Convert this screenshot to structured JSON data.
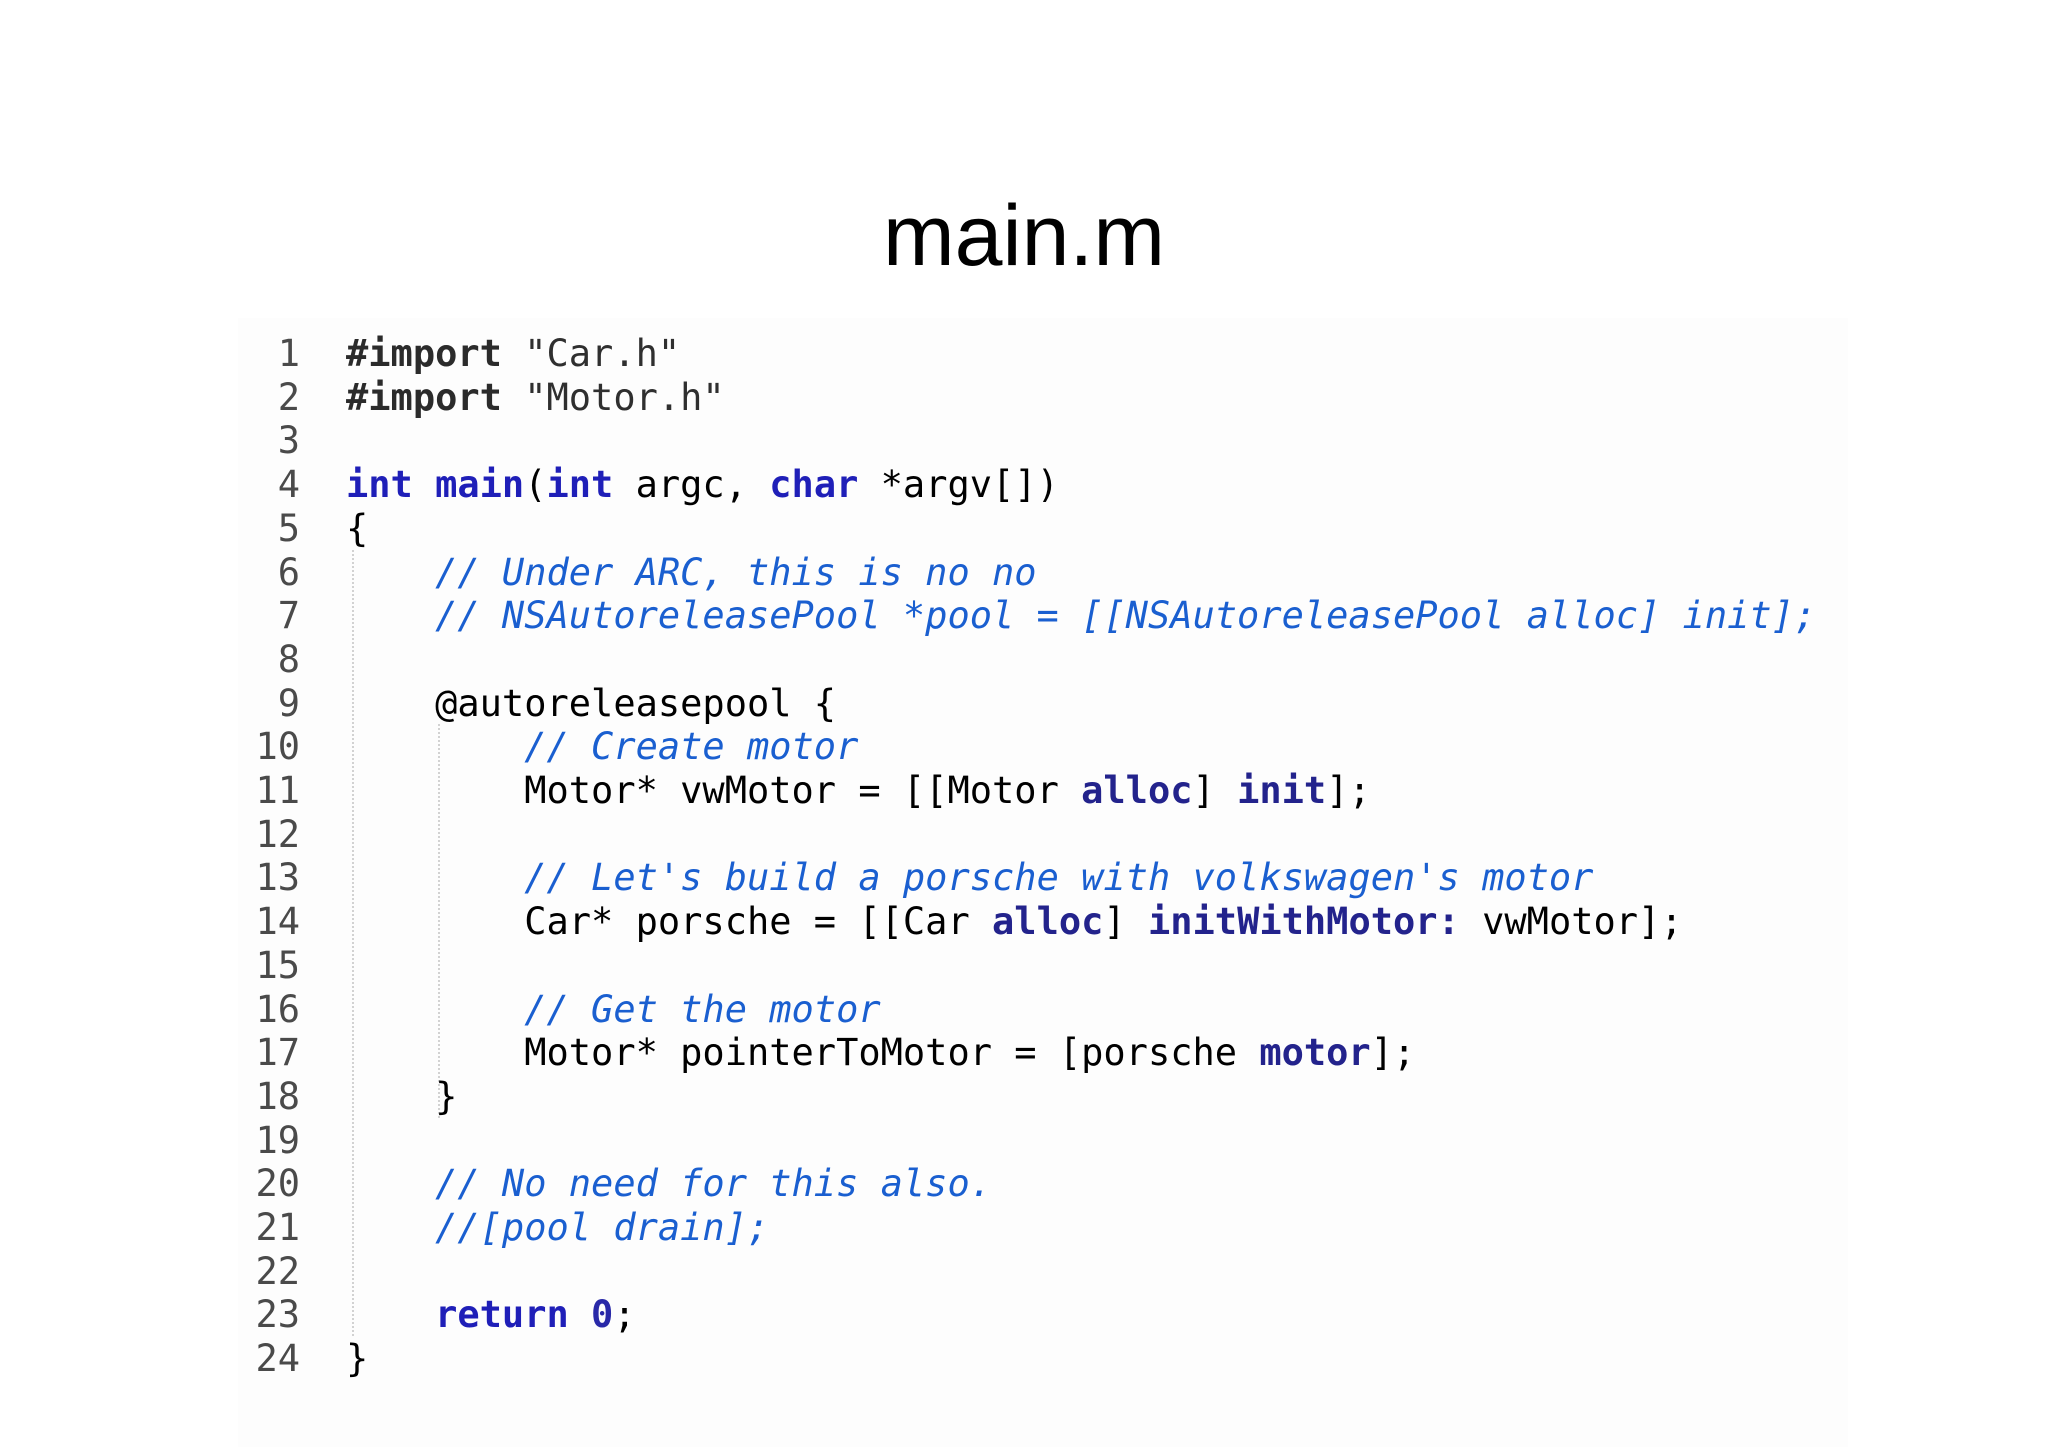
{
  "slide": {
    "title": "main.m"
  },
  "editor": {
    "lines": [
      {
        "num": "1",
        "indent": "",
        "tokens": [
          {
            "t": "#import",
            "c": "pp"
          },
          {
            "t": " \"Car.h\"",
            "c": "str"
          }
        ]
      },
      {
        "num": "2",
        "indent": "",
        "tokens": [
          {
            "t": "#import",
            "c": "pp"
          },
          {
            "t": " \"Motor.h\"",
            "c": "str"
          }
        ]
      },
      {
        "num": "3",
        "indent": "",
        "tokens": []
      },
      {
        "num": "4",
        "indent": "",
        "tokens": [
          {
            "t": "int",
            "c": "kw2"
          },
          {
            "t": " ",
            "c": ""
          },
          {
            "t": "main",
            "c": "kw2"
          },
          {
            "t": "(",
            "c": ""
          },
          {
            "t": "int",
            "c": "kw2"
          },
          {
            "t": " argc, ",
            "c": ""
          },
          {
            "t": "char",
            "c": "kw2"
          },
          {
            "t": " *argv[])",
            "c": ""
          }
        ]
      },
      {
        "num": "5",
        "indent": "",
        "tokens": [
          {
            "t": "{",
            "c": ""
          }
        ]
      },
      {
        "num": "6",
        "indent": "    ",
        "tokens": [
          {
            "t": "// Under ARC, this is no no",
            "c": "cm"
          }
        ]
      },
      {
        "num": "7",
        "indent": "    ",
        "tokens": [
          {
            "t": "// NSAutoreleasePool *pool = [[NSAutoreleasePool alloc] init];",
            "c": "cm"
          }
        ]
      },
      {
        "num": "8",
        "indent": "",
        "tokens": []
      },
      {
        "num": "9",
        "indent": "    ",
        "tokens": [
          {
            "t": "@autoreleasepool {",
            "c": ""
          }
        ]
      },
      {
        "num": "10",
        "indent": "        ",
        "tokens": [
          {
            "t": "// Create motor",
            "c": "cm"
          }
        ]
      },
      {
        "num": "11",
        "indent": "        ",
        "tokens": [
          {
            "t": "Motor* vwMotor = [[Motor ",
            "c": ""
          },
          {
            "t": "alloc",
            "c": "msg"
          },
          {
            "t": "] ",
            "c": ""
          },
          {
            "t": "init",
            "c": "msg"
          },
          {
            "t": "];",
            "c": ""
          }
        ]
      },
      {
        "num": "12",
        "indent": "",
        "tokens": []
      },
      {
        "num": "13",
        "indent": "        ",
        "tokens": [
          {
            "t": "// Let's build a porsche with volkswagen's motor",
            "c": "cm"
          }
        ]
      },
      {
        "num": "14",
        "indent": "        ",
        "tokens": [
          {
            "t": "Car* porsche = [[Car ",
            "c": ""
          },
          {
            "t": "alloc",
            "c": "msg"
          },
          {
            "t": "] ",
            "c": ""
          },
          {
            "t": "initWithMotor:",
            "c": "msg"
          },
          {
            "t": " vwMotor];",
            "c": ""
          }
        ]
      },
      {
        "num": "15",
        "indent": "",
        "tokens": []
      },
      {
        "num": "16",
        "indent": "        ",
        "tokens": [
          {
            "t": "// Get the motor",
            "c": "cm"
          }
        ]
      },
      {
        "num": "17",
        "indent": "        ",
        "tokens": [
          {
            "t": "Motor* pointerToMotor = [porsche ",
            "c": ""
          },
          {
            "t": "motor",
            "c": "msg"
          },
          {
            "t": "];",
            "c": ""
          }
        ]
      },
      {
        "num": "18",
        "indent": "    ",
        "tokens": [
          {
            "t": "}",
            "c": ""
          }
        ]
      },
      {
        "num": "19",
        "indent": "",
        "tokens": []
      },
      {
        "num": "20",
        "indent": "    ",
        "tokens": [
          {
            "t": "// No need for this also.",
            "c": "cm"
          }
        ]
      },
      {
        "num": "21",
        "indent": "    ",
        "tokens": [
          {
            "t": "//[pool drain];",
            "c": "cm"
          }
        ]
      },
      {
        "num": "22",
        "indent": "",
        "tokens": []
      },
      {
        "num": "23",
        "indent": "    ",
        "tokens": [
          {
            "t": "return",
            "c": "kw2"
          },
          {
            "t": " ",
            "c": ""
          },
          {
            "t": "0",
            "c": "num"
          },
          {
            "t": ";",
            "c": ""
          }
        ]
      },
      {
        "num": "24",
        "indent": "",
        "tokens": [
          {
            "t": "}",
            "c": ""
          }
        ]
      }
    ]
  }
}
